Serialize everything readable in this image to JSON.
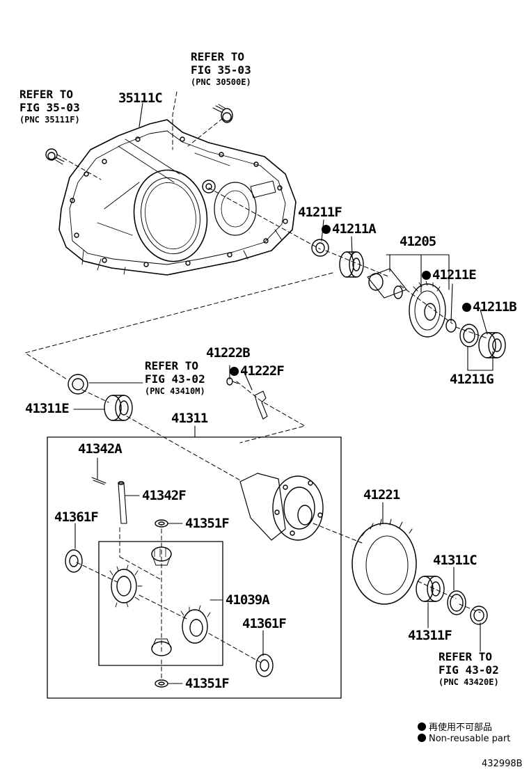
{
  "refer_1": {
    "line1": "REFER TO",
    "line2": "FIG 35-03",
    "line3": "(PNC 30500E)"
  },
  "refer_2": {
    "line1": "REFER TO",
    "line2": "FIG 35-03",
    "line3": "(PNC 35111F)"
  },
  "refer_3": {
    "line1": "REFER TO",
    "line2": "FIG 43-02",
    "line3": "(PNC 43410M)"
  },
  "refer_4": {
    "line1": "REFER TO",
    "line2": "FIG 43-02",
    "line3": "(PNC 43420E)"
  },
  "parts": {
    "p35111C": "35111C",
    "p41211F": "41211F",
    "p41211A": "41211A",
    "p41205": "41205",
    "p41211E": "41211E",
    "p41211B": "41211B",
    "p41211G": "41211G",
    "p41222B": "41222B",
    "p41222F": "41222F",
    "p41311E": "41311E",
    "p41311": "41311",
    "p41342A": "41342A",
    "p41342F": "41342F",
    "p41361F_a": "41361F",
    "p41351F_a": "41351F",
    "p41221": "41221",
    "p41311C": "41311C",
    "p41039A": "41039A",
    "p41361F_b": "41361F",
    "p41311F": "41311F",
    "p41351F_b": "41351F"
  },
  "legend": {
    "jp": "再使用不可部品",
    "en": "Non-reusable part"
  },
  "figure_number": "432998B"
}
